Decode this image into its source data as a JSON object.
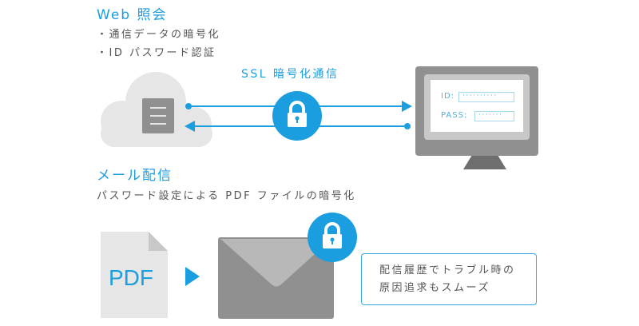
{
  "web_section": {
    "title": "Web 照会",
    "bullets": [
      "・通信データの暗号化",
      "・ID パスワード認証"
    ]
  },
  "ssl": {
    "label": "SSL 暗号化通信"
  },
  "login_screen": {
    "id_label": "ID:",
    "id_value": "··········",
    "pass_label": "PASS:",
    "pass_value": "·······"
  },
  "mail_section": {
    "title": "メール配信",
    "subtitle": "パスワード設定による PDF ファイルの暗号化",
    "pdf_label": "PDF",
    "note_lines": [
      "配信履歴でトラブル時の",
      "原因追求もスムーズ"
    ]
  },
  "colors": {
    "accent": "#1a9ee0",
    "cloud": "#e6e6e6",
    "gray_dark": "#8f8f8f",
    "gray_mid": "#b8b8b8",
    "text": "#555555"
  }
}
